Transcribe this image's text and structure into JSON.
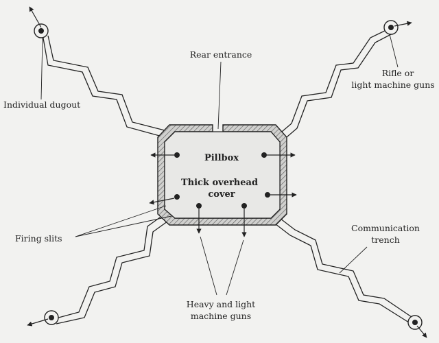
{
  "labels": {
    "rear_entrance": "Rear entrance",
    "rifle_1": "Rifle or",
    "rifle_2": "light machine guns",
    "dugout": "Individual dugout",
    "pillbox": "Pillbox",
    "cover_1": "Thick overhead",
    "cover_2": "cover",
    "slits": "Firing slits",
    "comm_1": "Communication",
    "comm_2": "trench",
    "guns_1": "Heavy and light",
    "guns_2": "machine guns"
  },
  "colors": {
    "ink": "#222222",
    "paper": "#f2f2f0",
    "wall": "#bdbdbd",
    "floor": "#e8e8e6"
  }
}
